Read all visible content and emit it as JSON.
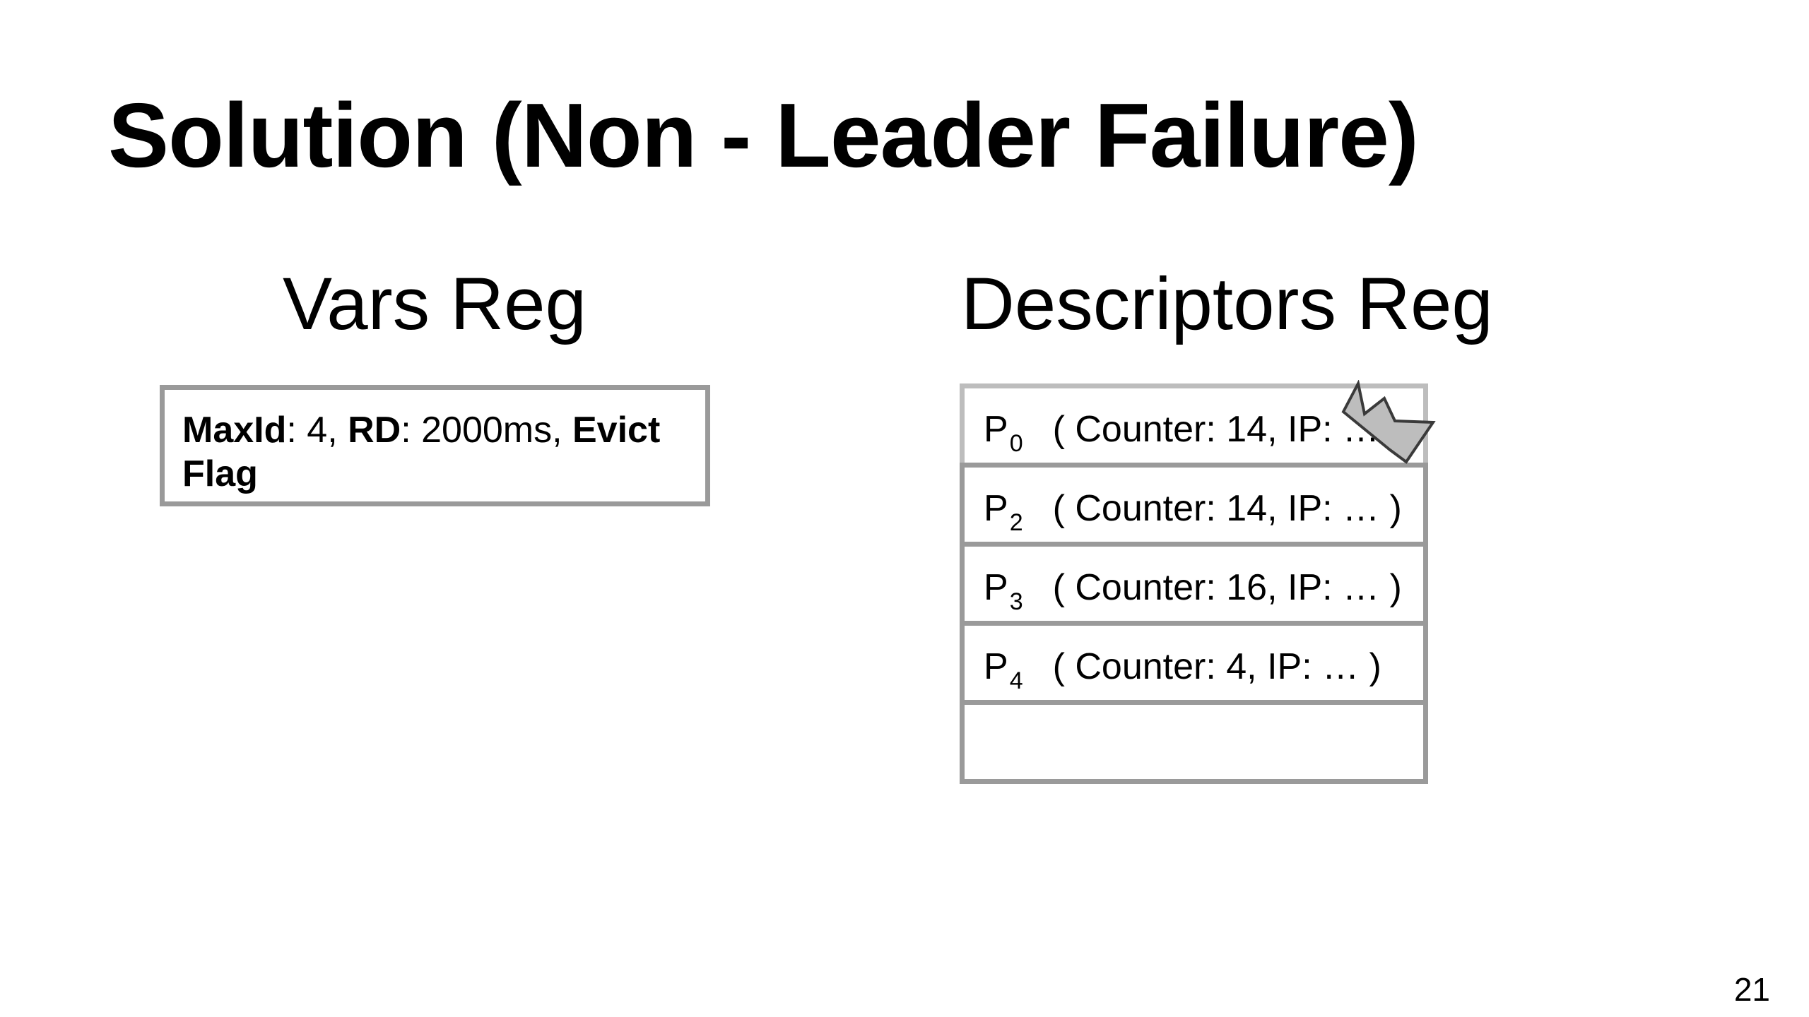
{
  "slide": {
    "title": "Solution (Non - Leader Failure)",
    "page_number": "21"
  },
  "vars_reg": {
    "heading": "Vars Reg",
    "maxid_label": "MaxId",
    "maxid_value": ": 4, ",
    "rd_label": "RD",
    "rd_value": ": 2000ms, ",
    "evict_label": "Evict Flag"
  },
  "descriptors_reg": {
    "heading": "Descriptors Reg",
    "rows": [
      {
        "p": "P",
        "sub": "0",
        "entry": "( Counter: 14, IP: …",
        "leader": true
      },
      {
        "p": "P",
        "sub": "2",
        "entry": "( Counter: 14, IP: … )"
      },
      {
        "p": "P",
        "sub": "3",
        "entry": "( Counter: 16, IP: … )"
      },
      {
        "p": "P",
        "sub": "4",
        "entry": "( Counter: 4, IP: … )"
      },
      {
        "p": "",
        "sub": "",
        "entry": ""
      }
    ],
    "leader_icon": "crown-icon"
  },
  "colors": {
    "border": "#9a9a9a",
    "crown_fill": "#bdbdbd"
  }
}
